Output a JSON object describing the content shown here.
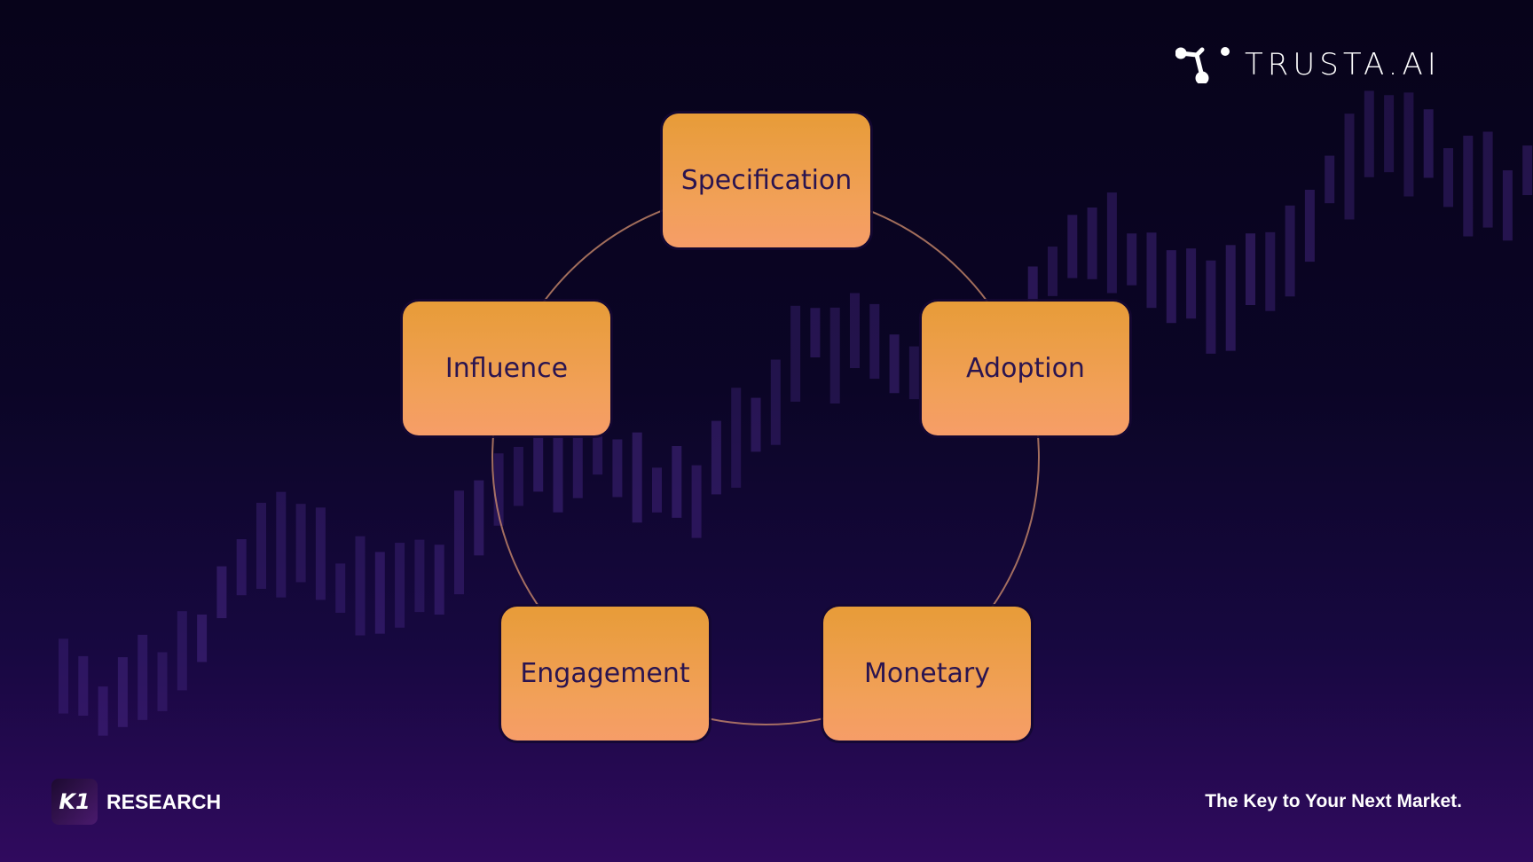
{
  "brand": {
    "top_right": "TRUSTA.AI",
    "bottom_left": "RESEARCH",
    "bottom_left_badge": "K1"
  },
  "tagline": "The Key to Your Next Market.",
  "cycle": {
    "nodes": [
      "Specification",
      "Adoption",
      "Monetary",
      "Engagement",
      "Influence"
    ]
  },
  "colors": {
    "node": "#e89c3c",
    "node_text": "#2a1450",
    "ring": "#c8886a",
    "background": "#0b0526"
  }
}
